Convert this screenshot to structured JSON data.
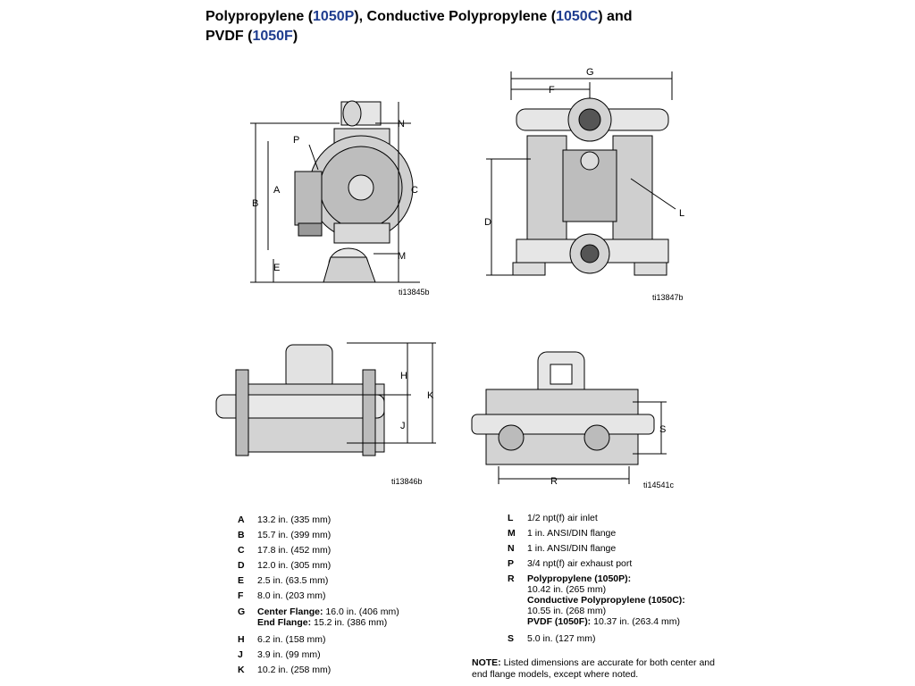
{
  "title": {
    "line1_a": "Polypropylene (",
    "line1_b": "1050P",
    "line1_c": "), Conductive Polypropylene (",
    "line1_d": "1050C",
    "line1_e": ") and",
    "line2_a": "PVDF (",
    "line2_b": "1050F",
    "line2_c": ")"
  },
  "figures": {
    "side": {
      "ref": "ti13845b",
      "labels": {
        "N": "N",
        "P": "P",
        "A": "A",
        "B": "B",
        "C": "C",
        "E": "E",
        "M": "M"
      }
    },
    "front": {
      "ref": "ti13847b",
      "labels": {
        "G": "G",
        "F": "F",
        "D": "D",
        "L": "L"
      }
    },
    "top": {
      "ref": "ti13846b",
      "labels": {
        "H": "H",
        "K": "K",
        "J": "J"
      }
    },
    "bottom": {
      "ref": "ti14541c",
      "labels": {
        "S": "S",
        "R": "R"
      }
    }
  },
  "legend_left": [
    {
      "key": "A",
      "value": "13.2 in. (335 mm)"
    },
    {
      "key": "B",
      "value": "15.7 in. (399 mm)"
    },
    {
      "key": "C",
      "value": "17.8 in. (452 mm)"
    },
    {
      "key": "D",
      "value": "12.0 in. (305 mm)"
    },
    {
      "key": "E",
      "value": "2.5 in. (63.5 mm)"
    },
    {
      "key": "F",
      "value": "8.0 in. (203 mm)"
    }
  ],
  "legend_g": {
    "key": "G",
    "line1_label": "Center Flange:",
    "line1_value": " 16.0 in. (406 mm)",
    "line2_label": "End Flange:",
    "line2_value": " 15.2 in. (386 mm)"
  },
  "legend_left2": [
    {
      "key": "H",
      "value": "6.2 in. (158 mm)"
    },
    {
      "key": "J",
      "value": "3.9 in. (99 mm)"
    },
    {
      "key": "K",
      "value": "10.2 in. (258 mm)"
    }
  ],
  "legend_right": [
    {
      "key": "L",
      "value": "1/2 npt(f) air inlet"
    },
    {
      "key": "M",
      "value": "1 in. ANSI/DIN flange"
    },
    {
      "key": "N",
      "value": "1 in. ANSI/DIN flange"
    },
    {
      "key": "P",
      "value": "3/4 npt(f) air exhaust port"
    }
  ],
  "legend_r": {
    "key": "R",
    "l1": "Polypropylene (1050P):",
    "l2": "10.42 in. (265 mm)",
    "l3": "Conductive Polypropylene (1050C):",
    "l4": "10.55 in. (268 mm)",
    "l5_label": "PVDF (1050F):",
    "l5_value": " 10.37 in. (263.4 mm)"
  },
  "legend_s": {
    "key": "S",
    "value": "5.0 in. (127 mm)"
  },
  "note": {
    "label": "NOTE:",
    "text": " Listed dimensions are accurate for both center and end flange models, except where noted."
  }
}
